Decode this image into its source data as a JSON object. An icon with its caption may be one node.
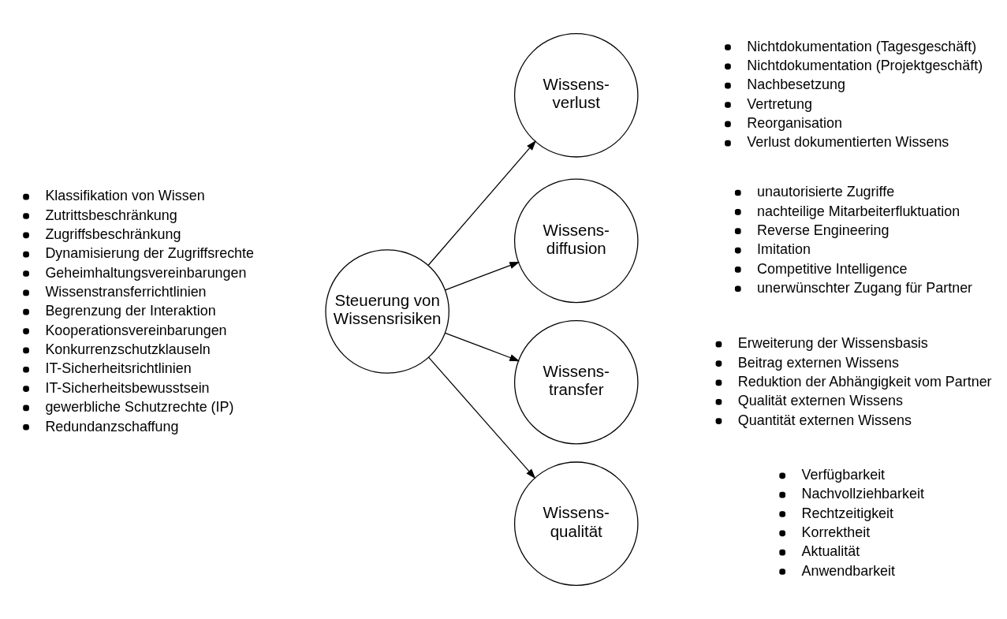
{
  "diagram": {
    "nodes": [
      {
        "text": [
          "Steuerung von Wissensrisiken"
        ],
        "beside": [
          "Klassifikation von Wissen",
          "Zutrittsbeschränkung",
          "Zugriffsbeschränkung",
          "Dynamisierung der Zugriffsrechte",
          "Geheimhaltungsvereinbarungen",
          "Wissenstransferrichtlinien",
          "Begrenzung der Interaktion",
          "Kooperationsvereinbarungen",
          "Konkurrenzschutzklauseln",
          "IT-Sicherheitsrichtlinien",
          "IT-Sicherheitsbewusstsein",
          "gewerbliche Schutzrechte (IP)",
          "Redundanzschaffung"
        ]
      },
      {
        "text": [
          "Wissens- verlust"
        ],
        "beside": [
          "Nichtdokumentation (Tagesgeschäft)",
          "Nichtdokumentation (Projektgeschäft)",
          "Nachbesetzung",
          "Vertretung",
          "Reorganisation",
          "Verlust dokumentierten Wissens"
        ]
      },
      {
        "text": [
          "Wissens- diffusion"
        ],
        "beside": [
          "unautorisierte Zugriffe",
          "nachteilige Mitarbeiterfluktuation",
          "Reverse Engineering",
          "Imitation",
          "Competitive Intelligence",
          "unerwünschter Zugang für Partner"
        ]
      },
      {
        "text": [
          "Wissens- transfer"
        ],
        "beside": [
          "Erweiterung der Wissensbasis",
          "Beitrag externen Wissens",
          "Reduktion der Abhängigkeit vom Partner",
          "Qualität externen Wissens",
          "Quantität externen Wissens"
        ]
      },
      {
        "text": [
          "Wissens- qualität"
        ],
        "beside": [
          "Verfügbarkeit",
          "Nachvollziehbarkeit",
          "Rechtzeitigkeit",
          "Korrektheit",
          "Aktualität",
          "Anwendbarkeit"
        ]
      }
    ],
    "edges": [
      {
        "from": 0,
        "to": 1,
        "arrow": "to"
      },
      {
        "from": 0,
        "to": 2,
        "arrow": "to"
      },
      {
        "from": 0,
        "to": 3,
        "arrow": "to"
      },
      {
        "from": 0,
        "to": 4,
        "arrow": "to"
      }
    ]
  }
}
